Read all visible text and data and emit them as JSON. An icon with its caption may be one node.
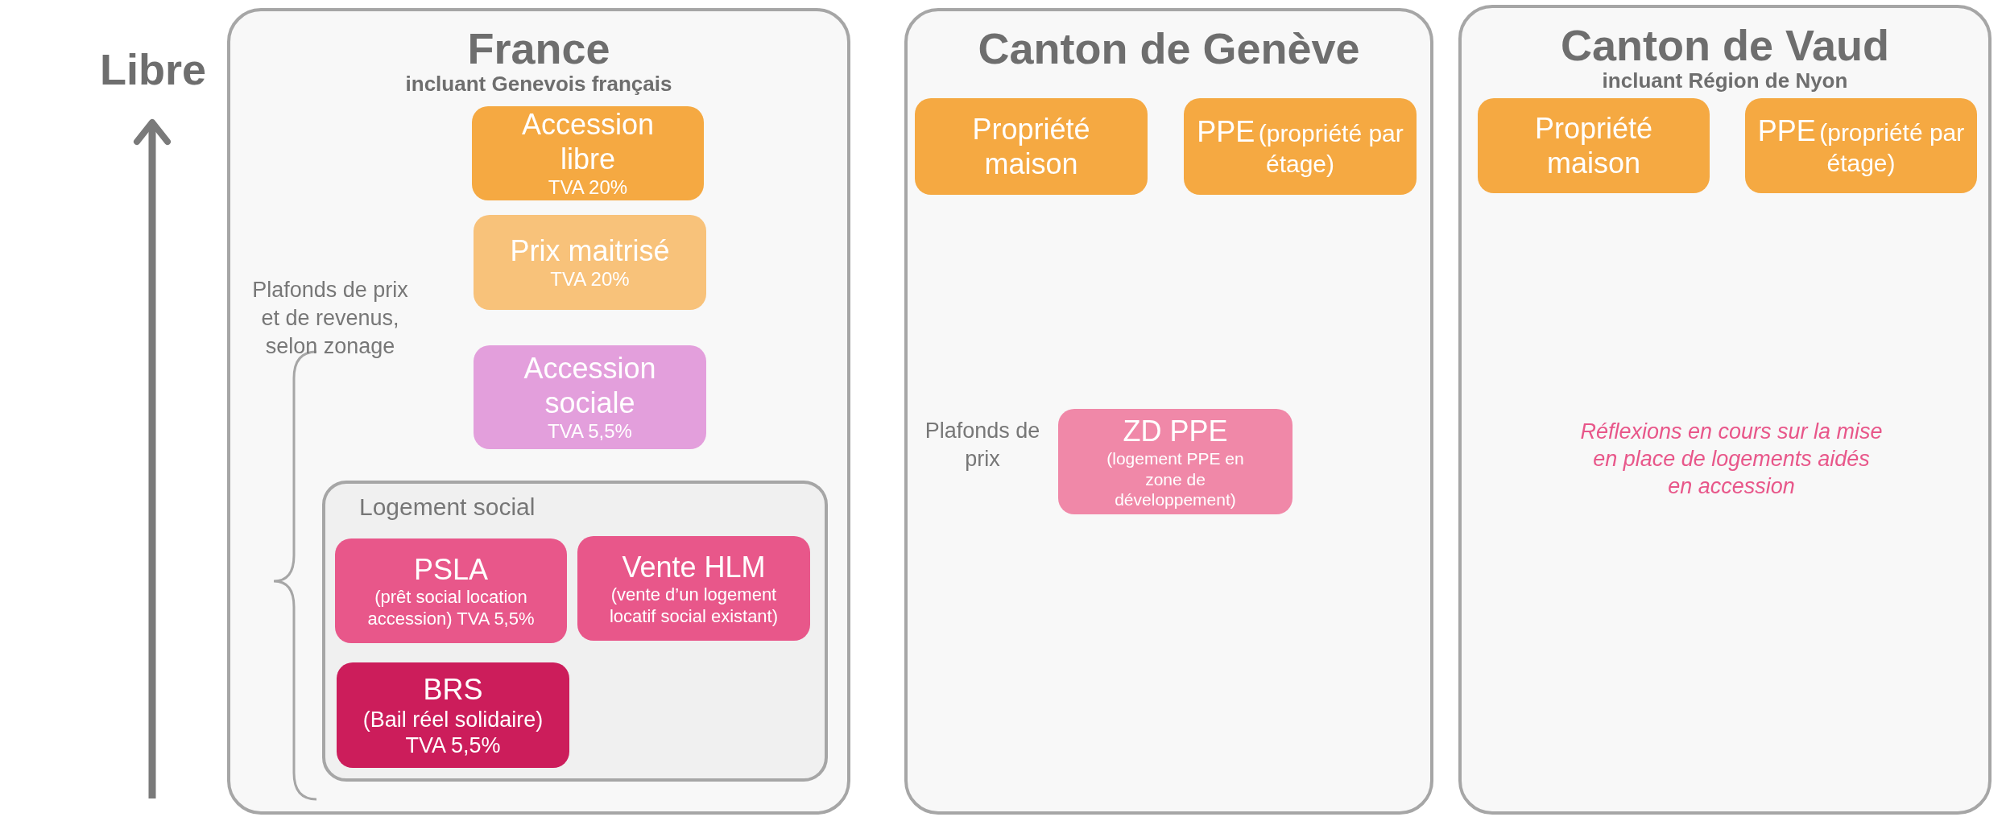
{
  "diagram": {
    "nodes": [
      {
        "text": [
          "France",
          "incluant Genevois français"
        ]
      },
      {
        "text": [
          "Accession libre",
          "TVA 20%"
        ],
        "in": 0
      },
      {
        "text": [
          "Prix maitrisé",
          "TVA 20%"
        ],
        "in": 0
      },
      {
        "text": [
          "Accession sociale",
          "TVA 5,5%"
        ],
        "in": 0
      },
      {
        "text": [
          "Logement social"
        ],
        "in": 0
      },
      {
        "text": [
          "PSLA",
          "(prêt social location accession) TVA 5,5%"
        ],
        "in": 4
      },
      {
        "text": [
          "Vente HLM",
          "(vente d’un logement locatif social existant)"
        ],
        "in": 4
      },
      {
        "text": [
          "BRS",
          "(Bail réel solidaire)",
          "TVA 5,5%"
        ],
        "in": 4
      },
      {
        "text": [
          "Canton de Genève"
        ]
      },
      {
        "text": [
          "Propriété maison"
        ],
        "in": 8
      },
      {
        "text": [
          "PPE",
          "(propriété par étage)"
        ],
        "in": 8
      },
      {
        "text": [
          "ZD PPE",
          "(logement PPE en zone de développement)"
        ],
        "in": 8,
        "beside": [
          "Plafonds de prix"
        ]
      },
      {
        "text": [
          "Canton de Vaud",
          "incluant Région de Nyon"
        ]
      },
      {
        "text": [
          "Propriété maison"
        ],
        "in": 12
      },
      {
        "text": [
          "PPE",
          "(propriété par étage)"
        ],
        "in": 12
      }
    ],
    "labels": [
      "Libre",
      "Plafonds de prix et de revenus, selon zonage",
      "Réflexions en cours sur la mise en place de logements aidés en accession"
    ]
  }
}
